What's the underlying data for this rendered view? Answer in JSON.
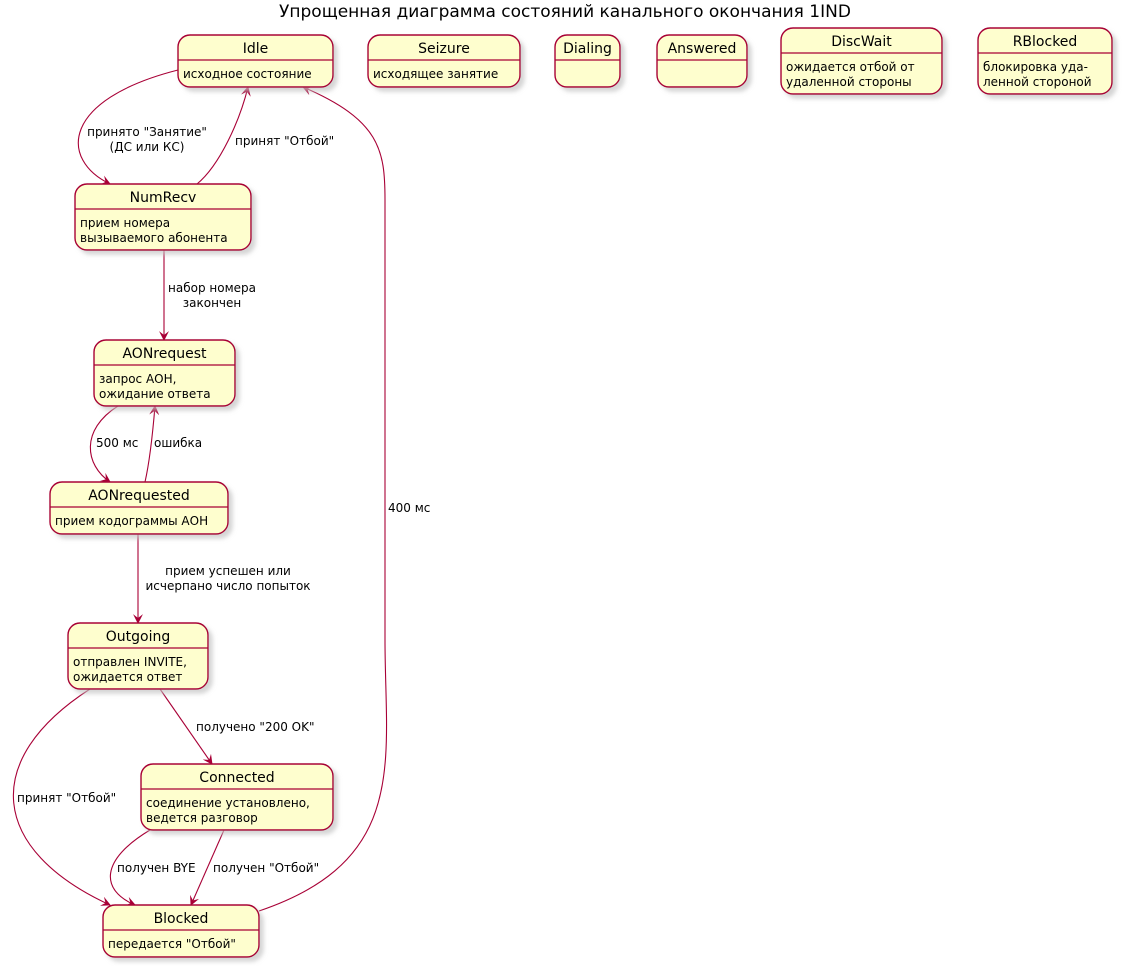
{
  "title": "Упрощенная диаграмма состояний канального окончания 1IND",
  "colors": {
    "state_fill": "#FEFECE",
    "state_border": "#A80036",
    "edge": "#A80036",
    "shadow": "#C8C8C8"
  },
  "states": [
    {
      "id": "idle",
      "name": "Idle",
      "desc": [
        "исходное состояние"
      ]
    },
    {
      "id": "seizure",
      "name": "Seizure",
      "desc": [
        "исходящее занятие"
      ]
    },
    {
      "id": "dialing",
      "name": "Dialing",
      "desc": []
    },
    {
      "id": "answered",
      "name": "Answered",
      "desc": []
    },
    {
      "id": "discwait",
      "name": "DiscWait",
      "desc": [
        "ожидается отбой от",
        "удаленной стороны"
      ]
    },
    {
      "id": "rblocked",
      "name": "RBlocked",
      "desc": [
        "блокировка уда-",
        "ленной стороной"
      ]
    },
    {
      "id": "numrecv",
      "name": "NumRecv",
      "desc": [
        "прием номера",
        "вызываемого абонента"
      ]
    },
    {
      "id": "aonrequest",
      "name": "AONrequest",
      "desc": [
        "запрос АОН,",
        "ожидание ответа"
      ]
    },
    {
      "id": "aonrequested",
      "name": "AONrequested",
      "desc": [
        "прием кодограммы АОН"
      ]
    },
    {
      "id": "outgoing",
      "name": "Outgoing",
      "desc": [
        "отправлен INVITE,",
        "ожидается ответ"
      ]
    },
    {
      "id": "connected",
      "name": "Connected",
      "desc": [
        "соединение установлено,",
        "ведется разговор"
      ]
    },
    {
      "id": "blocked",
      "name": "Blocked",
      "desc": [
        "передается \"Отбой\""
      ]
    }
  ],
  "transitions": [
    {
      "id": "idle-numrecv",
      "from": "Idle",
      "to": "NumRecv",
      "label": [
        "принято \"Занятие\"",
        "(ДС или КС)"
      ]
    },
    {
      "id": "numrecv-idle",
      "from": "NumRecv",
      "to": "Idle",
      "label": [
        "принят \"Отбой\""
      ]
    },
    {
      "id": "numrecv-aonrequest",
      "from": "NumRecv",
      "to": "AONrequest",
      "label": [
        "набор номера",
        "закончен"
      ]
    },
    {
      "id": "aonrequest-aonrequested",
      "from": "AONrequest",
      "to": "AONrequested",
      "label": [
        "500 мс"
      ]
    },
    {
      "id": "aonrequested-aonrequest",
      "from": "AONrequested",
      "to": "AONrequest",
      "label": [
        "ошибка"
      ]
    },
    {
      "id": "aonrequested-outgoing",
      "from": "AONrequested",
      "to": "Outgoing",
      "label": [
        "прием успешен или",
        "исчерпано число попыток"
      ]
    },
    {
      "id": "outgoing-connected",
      "from": "Outgoing",
      "to": "Connected",
      "label": [
        "получено \"200 OK\""
      ]
    },
    {
      "id": "outgoing-blocked",
      "from": "Outgoing",
      "to": "Blocked",
      "label": [
        "принят \"Отбой\""
      ]
    },
    {
      "id": "connected-blocked-bye",
      "from": "Connected",
      "to": "Blocked",
      "label": [
        "получен BYE"
      ]
    },
    {
      "id": "connected-blocked-otboi",
      "from": "Connected",
      "to": "Blocked",
      "label": [
        "получен \"Отбой\""
      ]
    },
    {
      "id": "blocked-idle",
      "from": "Blocked",
      "to": "Idle",
      "label": [
        "400 мс"
      ]
    }
  ]
}
